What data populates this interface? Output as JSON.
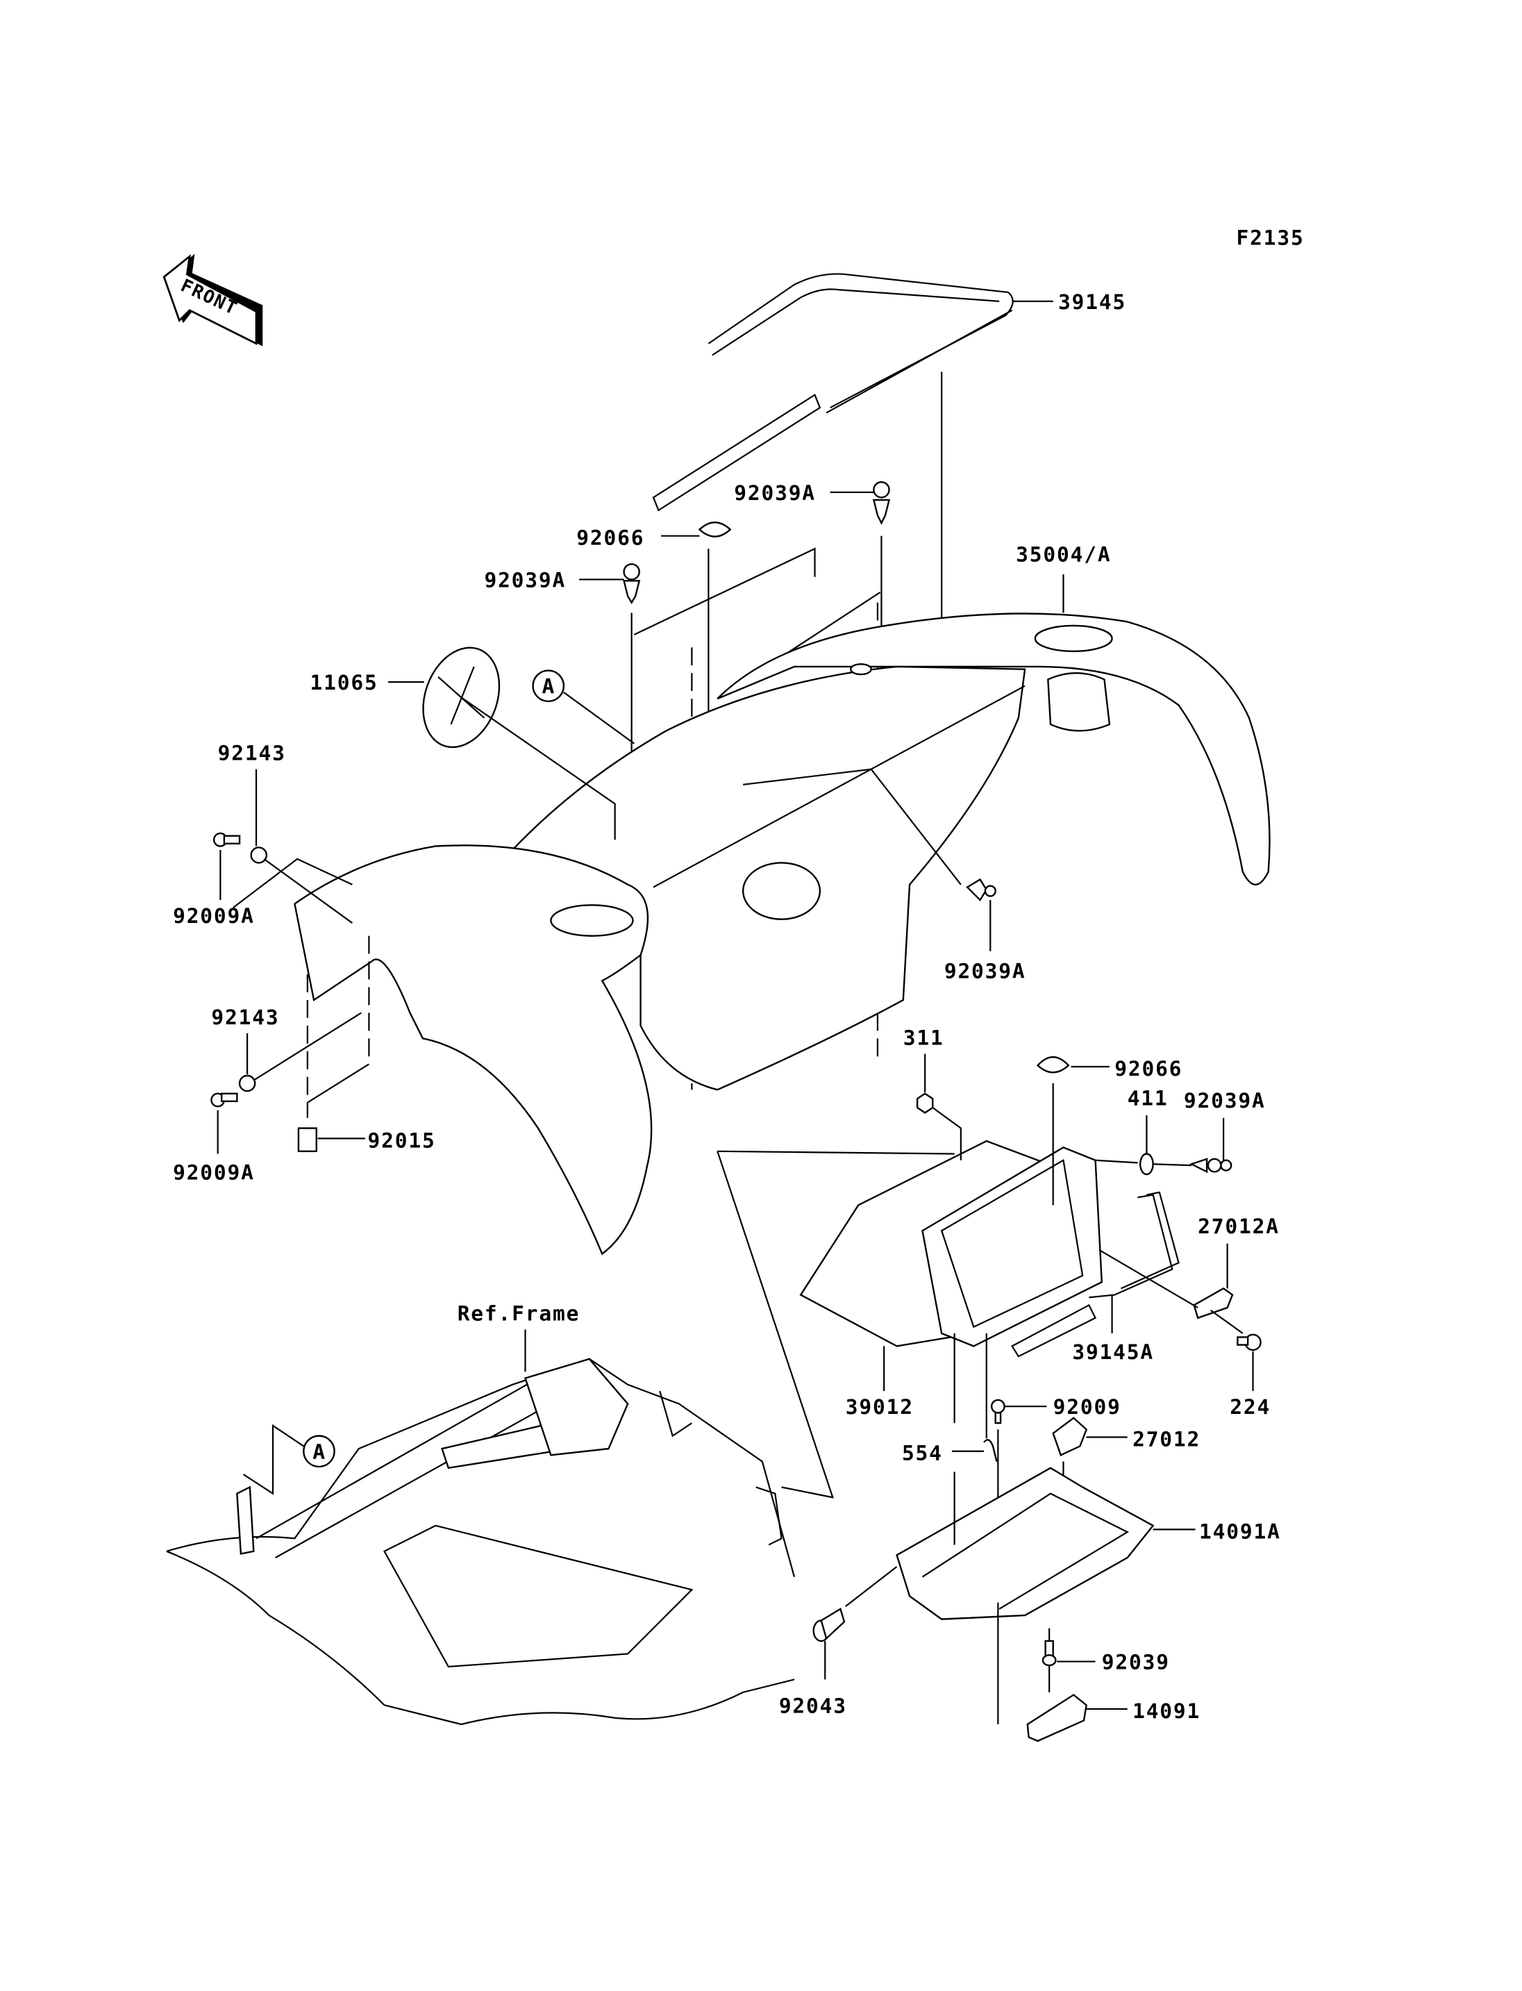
{
  "diagram_id": "F2135",
  "front_arrow": "FRONT",
  "ref_frame_label": "Ref.Frame",
  "callout_A": "A",
  "parts": {
    "p39145": "39145",
    "p92039A_top": "92039A",
    "p92066_top": "92066",
    "p35004A": "35004/A",
    "p92039A_mid": "92039A",
    "p11065": "11065",
    "p92143_top": "92143",
    "p92009A_top": "92009A",
    "p92039A_right": "92039A",
    "p92143_bot": "92143",
    "p92009A_bot": "92009A",
    "p92015": "92015",
    "p311": "311",
    "p92066_bot": "92066",
    "p411": "411",
    "p92039A_box": "92039A",
    "p27012A": "27012A",
    "p39145A": "39145A",
    "p39012": "39012",
    "p224": "224",
    "p92009": "92009",
    "p554": "554",
    "p27012": "27012",
    "p14091A": "14091A",
    "p92039": "92039",
    "p92043": "92043",
    "p14091": "14091"
  }
}
